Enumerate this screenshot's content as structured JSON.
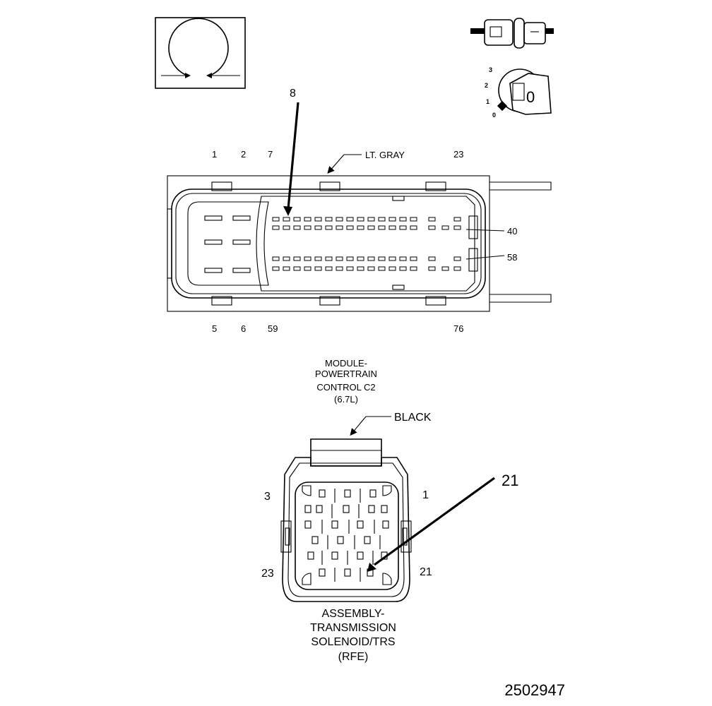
{
  "top_connector": {
    "callout_pin": "8",
    "color_label": "LT. GRAY",
    "pin_labels": {
      "p1": "1",
      "p2": "2",
      "p7": "7",
      "p23": "23",
      "p40": "40",
      "p58": "58",
      "p5": "5",
      "p6": "6",
      "p59": "59",
      "p76": "76"
    },
    "name_lines": [
      "MODULE-",
      "POWERTRAIN",
      "CONTROL C2",
      "(6.7L)"
    ]
  },
  "key_icon": {
    "positions": [
      "3",
      "2",
      "1",
      "0"
    ],
    "face_label": "0"
  },
  "bottom_connector": {
    "color_label": "BLACK",
    "callout_pin": "21",
    "pin_labels": {
      "p3": "3",
      "p1": "1",
      "p23": "23",
      "p21": "21"
    },
    "name_lines": [
      "ASSEMBLY-",
      "TRANSMISSION",
      "SOLENOID/TRS",
      "(RFE)"
    ]
  },
  "figure_number": "2502947"
}
